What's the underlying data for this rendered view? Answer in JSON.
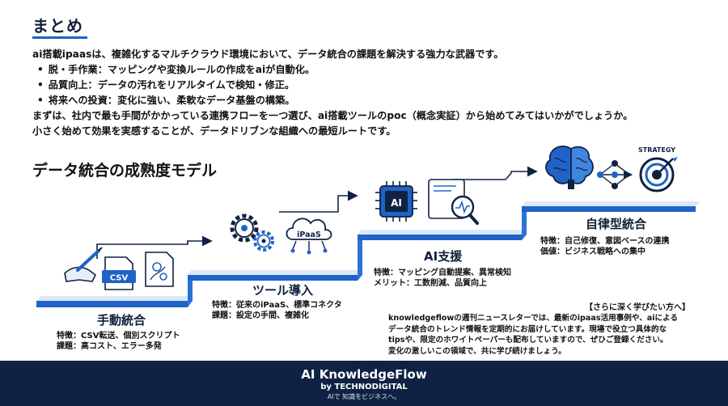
{
  "summary": {
    "title": "まとめ",
    "intro": "ai搭載ipaasは、複雑化するマルチクラウド環境において、データ統合の課題を解決する強力な武器です。",
    "bullets": [
      "脱・手作業：マッピングや変換ルールの作成をaiが自動化。",
      "品質向上：データの汚れをリアルタイムで検知・修正。",
      "将来への投資：変化に強い、柔軟なデータ基盤の構築。"
    ],
    "closing_1": "まずは、社内で最も手間がかかっている連携フローを一つ選び、ai搭載ツールのpoc（概念実証）から始めてみてはいかがでしょうか。",
    "closing_2": "小さく始めて効果を実感することが、データドリブンな組織への最短ルートです。"
  },
  "maturity": {
    "title": "データ統合の成熟度モデル",
    "stages": [
      {
        "title": "手動統合",
        "lines": [
          "特徴：CSV転送、個別スクリプト",
          "課題：高コスト、エラー多発"
        ]
      },
      {
        "title": "ツール導入",
        "lines": [
          "特徴：従来のiPaaS、標準コネクタ",
          "課題：設定の手間、複雑化"
        ]
      },
      {
        "title": "AI支援",
        "lines": [
          "特徴：マッピング自動提案、異常検知",
          "メリット：工数削減、品質向上"
        ]
      },
      {
        "title": "自律型統合",
        "lines": [
          "特徴：自己修復、意図ベースの連携",
          "価値：ビジネス戦略への集中"
        ]
      }
    ],
    "icon_labels": {
      "csv": "CSV",
      "ipaas": "iPaaS",
      "ai": "AI",
      "strategy": "STRATEGY"
    }
  },
  "newsletter": {
    "heading": "【さらに深く学びたい方へ】",
    "lines": [
      "knowledgeflowの週刊ニュースレターでは、最新のipaas活用事例や、aiによる",
      "データ統合のトレンド情報を定期的にお届けしています。現場で役立つ具体的な",
      "tipsや、限定のホワイトペーパーも配布していますので、ぜひご登録ください。",
      "変化の激しいこの領域で、共に学び続けましょう。"
    ]
  },
  "footer": {
    "brand": "AI KnowledgeFlow",
    "by": "by TECHNODIGITAL",
    "tagline": "AIで 知識をビジネスへ。"
  },
  "colors": {
    "navy": "#0f2244",
    "accent": "#1f63c6",
    "step": "#dce8f7"
  }
}
